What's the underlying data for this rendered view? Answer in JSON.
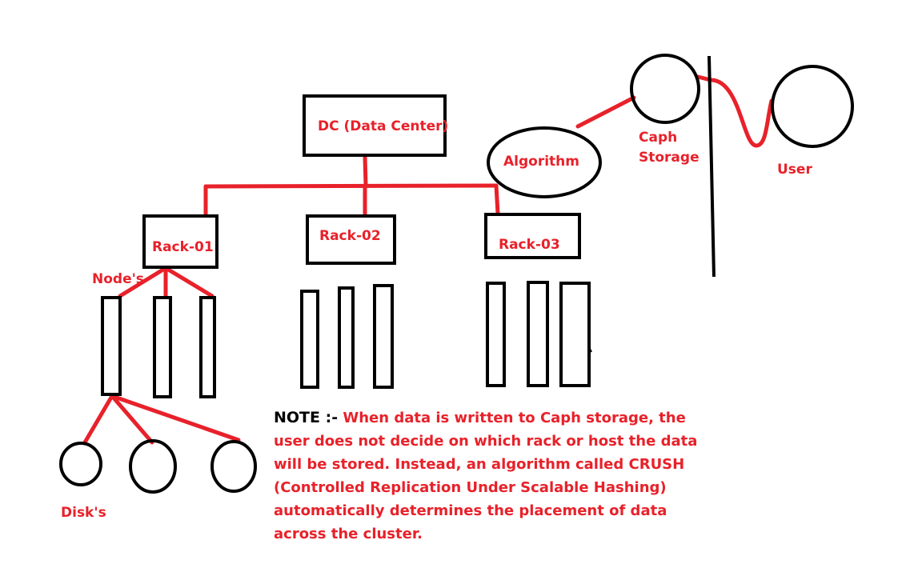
{
  "labels": {
    "dc": "DC (Data Center)",
    "rack1": "Rack-01",
    "rack2": "Rack-02",
    "rack3": "Rack-03",
    "nodes": "Node's",
    "disks": "Disk's",
    "algorithm": "Algorithm",
    "storage_line1": "Caph",
    "storage_line2": "Storage",
    "user": "User"
  },
  "note": {
    "prefix": "NOTE :-",
    "text": "When data is written to Caph storage, the user does not decide on which rack or host the data will be stored. Instead, an algorithm called CRUSH (Controlled Replication Under Scalable Hashing) automatically determines the placement of data across the cluster."
  },
  "colors": {
    "stroke": "#000000",
    "connector": "#e8212a",
    "text_red": "#e8212a",
    "text_black": "#000000"
  }
}
